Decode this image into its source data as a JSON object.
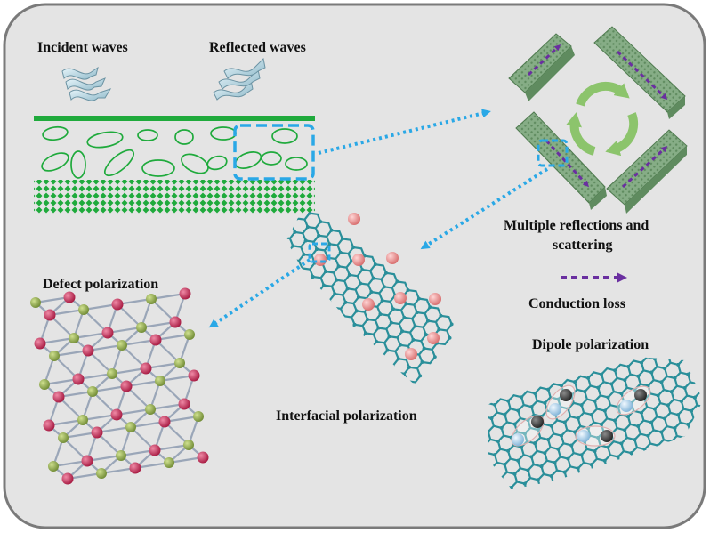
{
  "labels": {
    "incident_waves": "Incident waves",
    "reflected_waves": "Reflected waves",
    "multiple_reflections_line1": "Multiple reflections and",
    "multiple_reflections_line2": "scattering",
    "conduction_loss": "Conduction loss",
    "defect_polarization": "Defect polarization",
    "interfacial_polarization": "Interfacial polarization",
    "dipole_polarization": "Dipole polarization"
  },
  "colors": {
    "panel_background": "#e4e4e4",
    "panel_border": "#7a7a7a",
    "absorber_green": "#1faa3c",
    "dashed_arrow_blue": "#2aa8e6",
    "graphene_teal": "#2a8f9a",
    "nanorod_green": "#7fa77f",
    "cycle_arrow_green": "#8cc46c",
    "conduction_arrow_purple": "#6a2fa0",
    "pink_atom": "#e58c8c",
    "defect_red_atom": "#c2254f",
    "defect_green_atom": "#8fa64d",
    "dipole_dark_atom": "#3a3a3a",
    "dipole_light_atom": "#9ecbe8"
  },
  "icons": {
    "incident": "incident-wave-icon",
    "reflected": "reflected-wave-icon",
    "cycle": "cycle-arrows-icon",
    "conduction": "dashed-arrow-icon"
  }
}
